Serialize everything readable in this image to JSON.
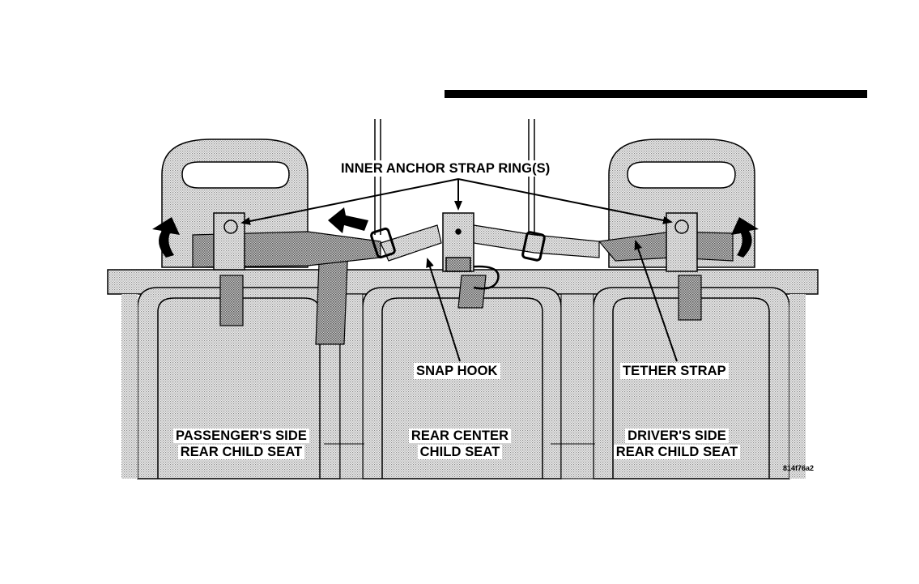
{
  "diagram": {
    "label_inner_anchor": "INNER ANCHOR STRAP RING(S)",
    "label_snap_hook": "SNAP HOOK",
    "label_tether_strap": "TETHER STRAP",
    "seats": [
      {
        "line1": "PASSENGER'S SIDE",
        "line2": "REAR CHILD SEAT"
      },
      {
        "line1": "REAR CENTER",
        "line2": "CHILD SEAT"
      },
      {
        "line1": "DRIVER'S SIDE",
        "line2": "REAR CHILD SEAT"
      }
    ],
    "figure_code": "814f76a2"
  },
  "colors": {
    "ink": "#000000",
    "paper": "#ffffff",
    "shade": "#d9d9d9",
    "shade_dark": "#b8b8b8"
  }
}
